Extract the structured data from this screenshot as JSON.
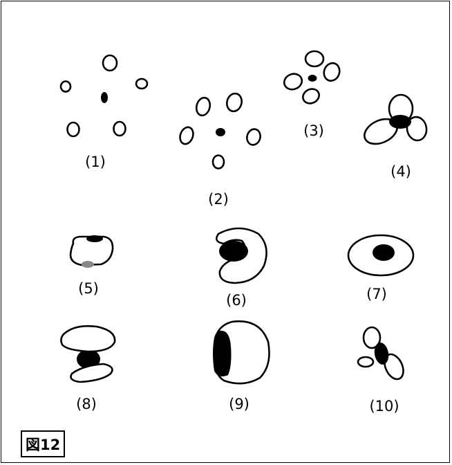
{
  "figure": {
    "caption": "図12",
    "labels": [
      "(1)",
      "(2)",
      "(3)",
      "(4)",
      "(5)",
      "(6)",
      "(7)",
      "(8)",
      "(9)",
      "(10)"
    ]
  },
  "colors": {
    "ink": "#000000",
    "paper": "#ffffff",
    "grey_dot": "#888888"
  }
}
